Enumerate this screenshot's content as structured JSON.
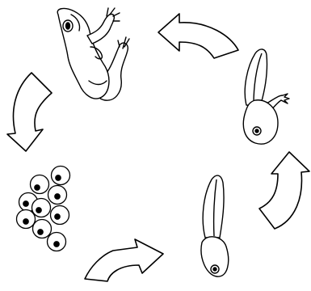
{
  "diagram": {
    "kind": "life-cycle",
    "stages": [
      {
        "name": "frog",
        "icon": "adult-frog-icon"
      },
      {
        "name": "froglet",
        "icon": "froglet-icon"
      },
      {
        "name": "tadpole",
        "icon": "tadpole-icon"
      },
      {
        "name": "frogspawn",
        "icon": "frogspawn-icon"
      }
    ],
    "arrows": [
      {
        "from": "frogspawn",
        "to": "tadpole",
        "icon": "curved-arrow-icon"
      },
      {
        "from": "tadpole",
        "to": "froglet",
        "icon": "curved-arrow-icon"
      },
      {
        "from": "froglet",
        "to": "frog",
        "icon": "curved-arrow-icon"
      },
      {
        "from": "frog",
        "to": "frogspawn",
        "icon": "curved-arrow-icon"
      }
    ],
    "colors": {
      "line": "#000000",
      "fill": "#ffffff"
    }
  }
}
